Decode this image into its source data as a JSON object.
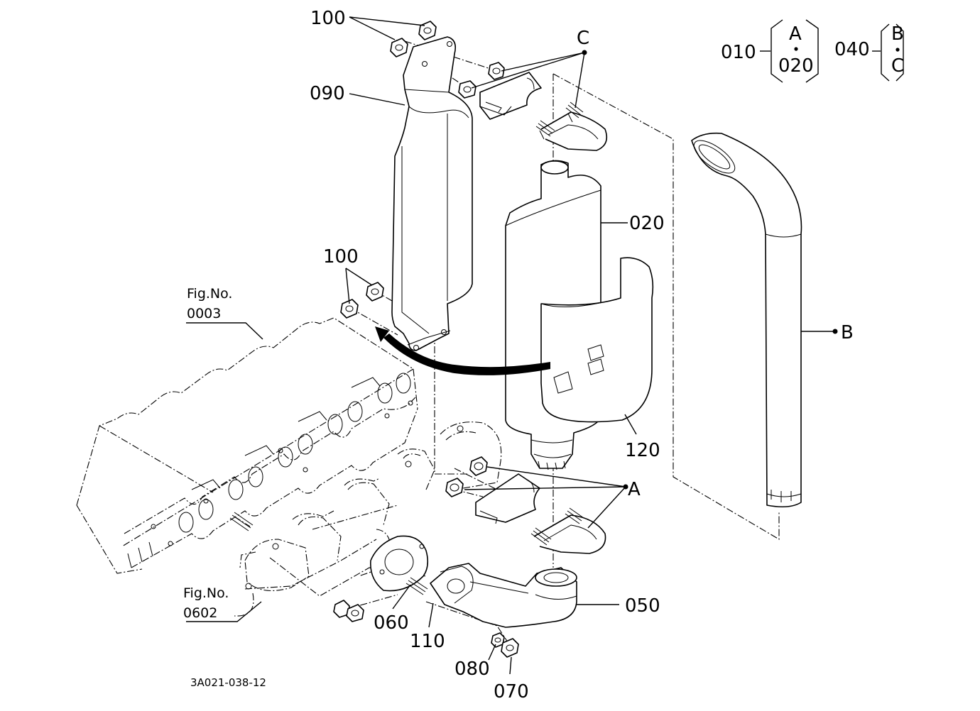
{
  "callouts": {
    "p100_top": "100",
    "p090": "090",
    "p100_mid": "100",
    "c_top": "C",
    "p020": "020",
    "b_ref": "B",
    "p120": "120",
    "a_ref": "A",
    "p050": "050",
    "p060": "060",
    "p110": "110",
    "p080": "080",
    "p070": "070"
  },
  "figure_refs": {
    "fig0003_line1": "Fig.No.",
    "fig0003_line2": "0003",
    "fig0602_line1": "Fig.No.",
    "fig0602_line2": "0602"
  },
  "legend": {
    "group1_part": "010",
    "group1_top": "A",
    "group1_bottom": "020",
    "group2_part": "040",
    "group2_top": "B",
    "group2_bottom": "C"
  },
  "drawing_code": "3A021-038-12"
}
